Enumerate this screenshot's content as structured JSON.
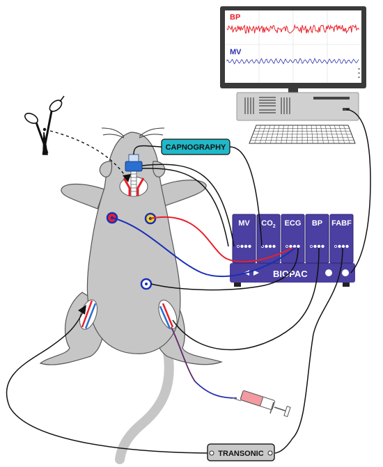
{
  "monitor": {
    "trace_top_label": "BP",
    "trace_bottom_label": "MV",
    "colors": {
      "bp": "#e8202a",
      "mv": "#2b2fae",
      "screen_bg": "#ffffff",
      "bezel": "#3a3a3a"
    }
  },
  "capnography_label": "CAPNOGRAPHY",
  "biopac": {
    "brand": "BIOPAC",
    "modules": [
      {
        "label": "MV",
        "subscript": ""
      },
      {
        "label": "CO",
        "subscript": "2"
      },
      {
        "label": "ECG",
        "subscript": ""
      },
      {
        "label": "BP",
        "subscript": ""
      },
      {
        "label": "FABF",
        "subscript": ""
      }
    ],
    "color": "#4b3fa1"
  },
  "transonic_label": "TRANSONIC",
  "icons": [
    "scissors-icon",
    "syringe-icon",
    "computer-icon",
    "rat-illustration"
  ],
  "colors": {
    "capno_fill": "#21b8c8",
    "rat_fill": "#c6c6c6",
    "wire_red": "#e8202a",
    "wire_blue": "#1a2fb5"
  }
}
